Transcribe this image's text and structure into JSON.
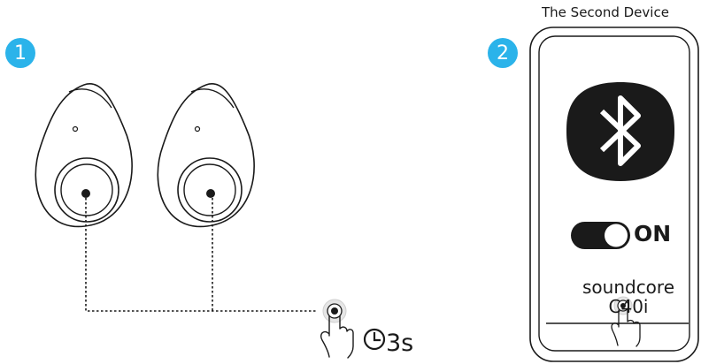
{
  "steps": [
    {
      "number": "1"
    },
    {
      "number": "2"
    }
  ],
  "second_device": {
    "heading": "The Second Device",
    "toggle_state": "ON",
    "device_name_line1": "soundcore",
    "device_name_line2": "C40i",
    "bluetooth_icon": "bluetooth-icon"
  },
  "hold": {
    "duration": "3s",
    "clock_icon": "clock-icon",
    "finger_icon": "tap-finger-icon"
  },
  "colors": {
    "step_badge": "#2bb3ea",
    "line": "#1a1a1a"
  }
}
